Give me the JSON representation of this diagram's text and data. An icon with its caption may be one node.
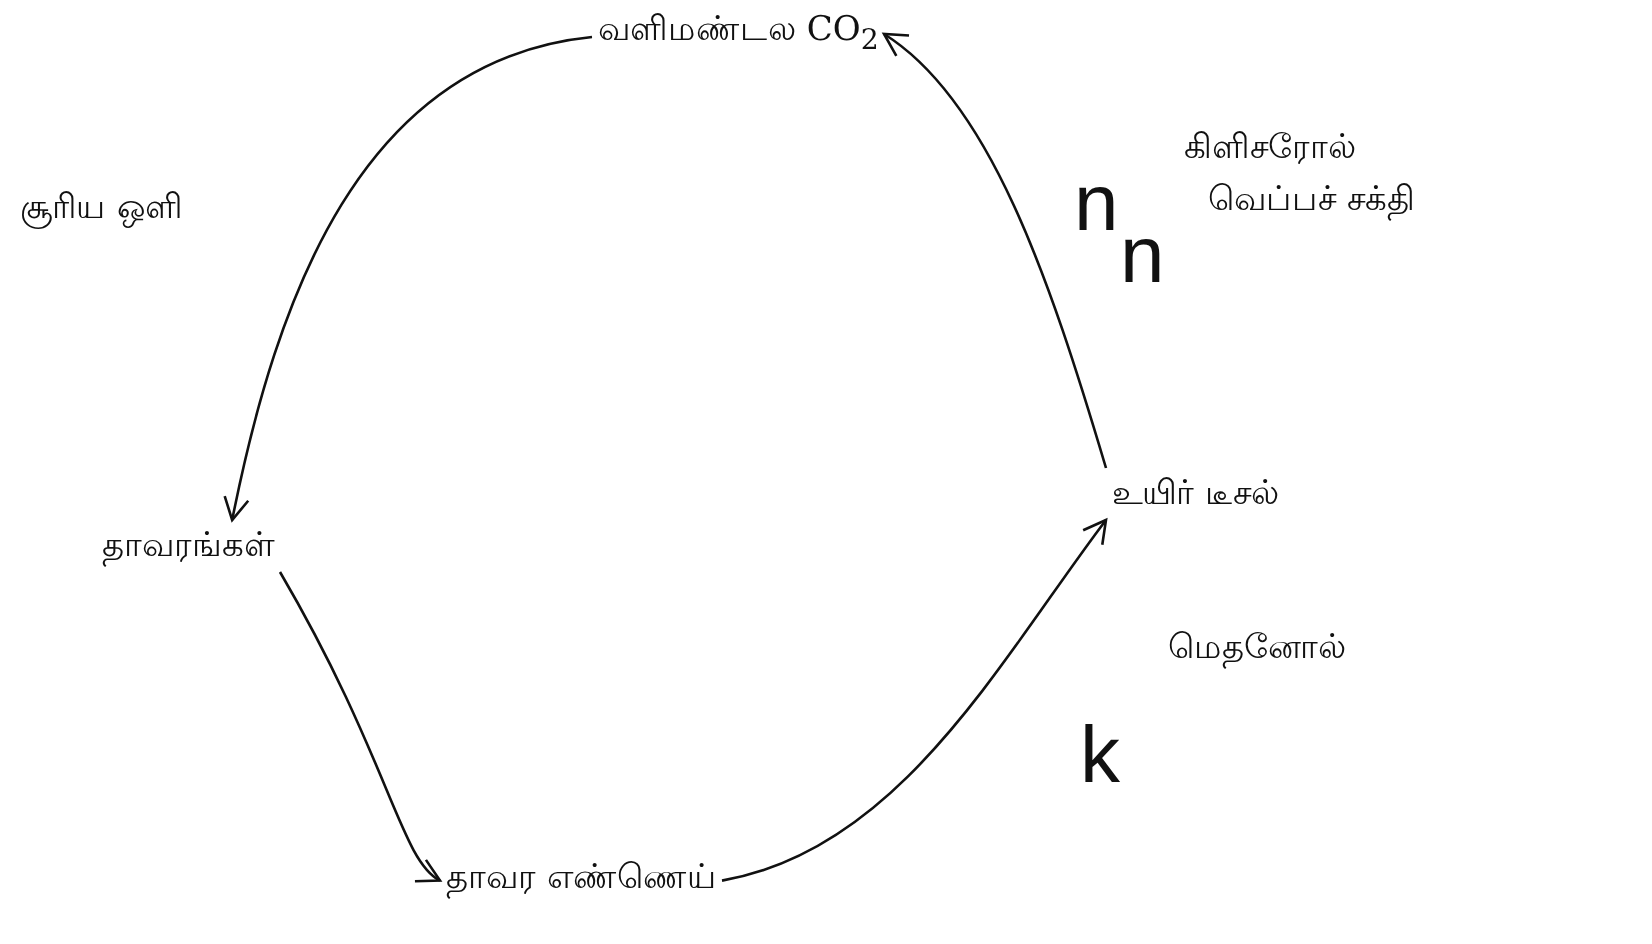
{
  "diagram": {
    "nodes": [
      {
        "text": [
          "வளிமண்டல CO$_{2}$"
        ]
      },
      {
        "text": [
          "தாவரங்கள்"
        ]
      },
      {
        "text": [
          "தாவர எண்ணெய்"
        ]
      },
      {
        "text": [
          "உயிர் டீசல்"
        ]
      }
    ],
    "edges": [
      {
        "from": 0,
        "to": 1,
        "arrow": "to"
      },
      {
        "from": 1,
        "to": 2,
        "arrow": "to"
      },
      {
        "from": 2,
        "to": 3,
        "arrow": "to"
      },
      {
        "from": 3,
        "to": 0,
        "arrow": "to"
      }
    ],
    "labels": [
      "சூரிய ஒளி",
      "கிளிசரோல்",
      "n",
      "வெப்பச் சக்தி",
      "n",
      "மெதனோல்",
      "k"
    ]
  }
}
